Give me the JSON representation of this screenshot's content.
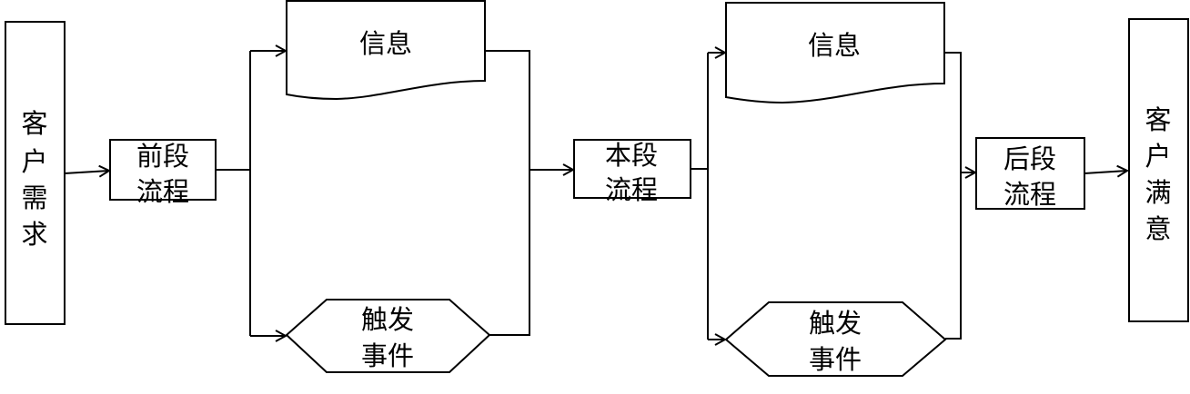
{
  "nodes": {
    "customer_demand": [
      "客",
      "户",
      "需",
      "求"
    ],
    "front_process": [
      "前段",
      "流程"
    ],
    "info_1": "信息",
    "trigger_1": [
      "触发",
      "事件"
    ],
    "current_process": [
      "本段",
      "流程"
    ],
    "info_2": "信息",
    "trigger_2": [
      "触发",
      "事件"
    ],
    "back_process": [
      "后段",
      "流程"
    ],
    "customer_satisfaction": [
      "客",
      "户",
      "满",
      "意"
    ]
  },
  "colors": {
    "stroke": "#000000",
    "background": "#ffffff"
  }
}
